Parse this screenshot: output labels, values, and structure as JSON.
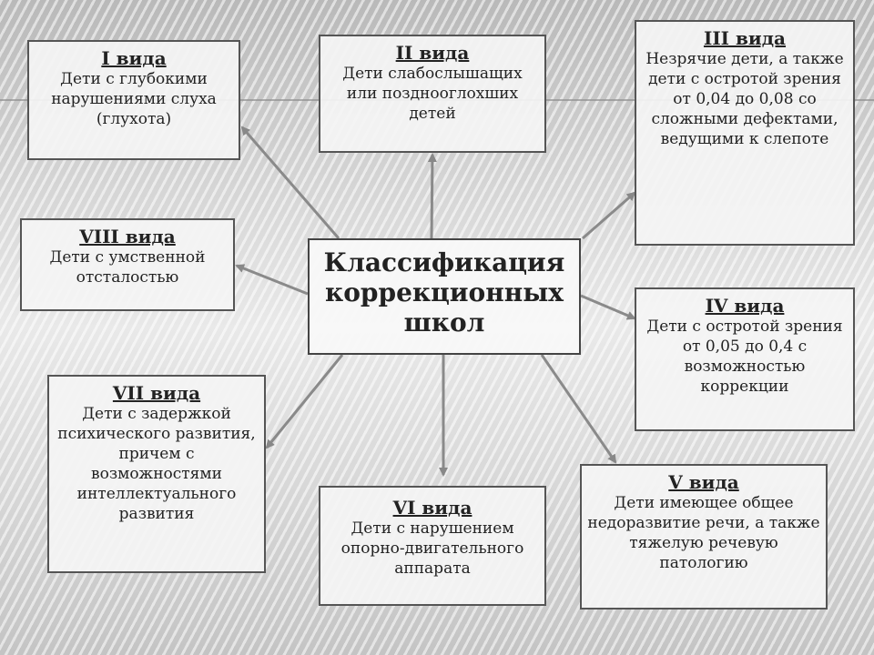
{
  "center": {
    "title": "Классификация коррекционных школ"
  },
  "boxes": {
    "i": {
      "title": "I вида",
      "desc": "Дети с глубокими нарушениями слуха (глухота)"
    },
    "ii": {
      "title": "II вида",
      "desc": "Дети слабослышащих или позднооглохших детей"
    },
    "iii": {
      "title": "III вида",
      "desc": "Незрячие дети, а также дети с остротой зрения от 0,04 до 0,08 со сложными дефектами, ведущими к слепоте"
    },
    "iv": {
      "title": "IV вида",
      "desc": "Дети с остротой зрения от 0,05 до 0,4 с возможностью коррекции"
    },
    "v": {
      "title": "V вида",
      "desc": "Дети имеющее общее недоразвитие речи, а также тяжелую речевую патологию"
    },
    "vi": {
      "title": "VI вида",
      "desc": "Дети с нарушением опорно-двигательного аппарата"
    },
    "vii": {
      "title": "VII вида",
      "desc": "Дети с задержкой психического развития, причем с возможностями интеллектуального развития"
    },
    "viii": {
      "title": "VIII вида",
      "desc": "Дети с умственной отсталостью"
    }
  }
}
